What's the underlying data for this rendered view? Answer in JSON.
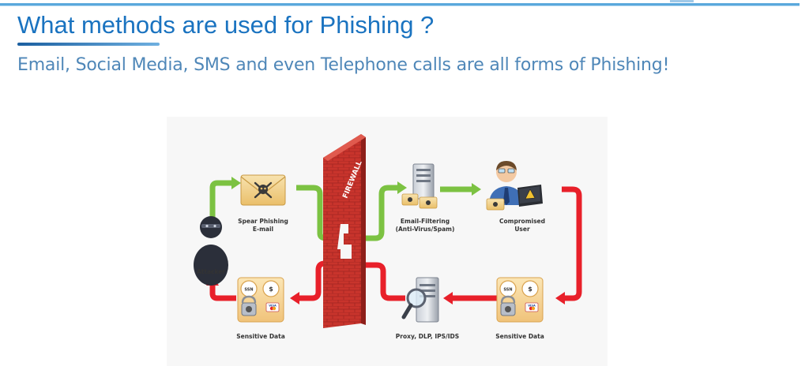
{
  "slide": {
    "title": "What methods are used for Phishing ?",
    "subtitle": "Email, Social Media, SMS and even Telephone calls are all forms of Phishing!"
  },
  "diagram": {
    "firewall_text": "FIREWALL",
    "nodes": {
      "attacker": "Attacker",
      "spear_phishing_line1": "Spear Phishing",
      "spear_phishing_line2": "E-mail",
      "email_filtering_line1": "Email-Filtering",
      "email_filtering_line2": "(Anti-Virus/Spam)",
      "compromised_line1": "Compromised",
      "compromised_line2": "User",
      "sensitive_data_left": "Sensitive Data",
      "proxy": "Proxy, DLP, IPS/IDS",
      "sensitive_data_right": "Sensitive Data"
    },
    "badges": {
      "ssn": "SSN",
      "dollar": "$",
      "visa": "VISA"
    },
    "colors": {
      "inbound_arrow": "#7cc242",
      "outbound_arrow": "#e8202a",
      "firewall": "#c8342c",
      "envelope": "#f3d18a"
    }
  }
}
